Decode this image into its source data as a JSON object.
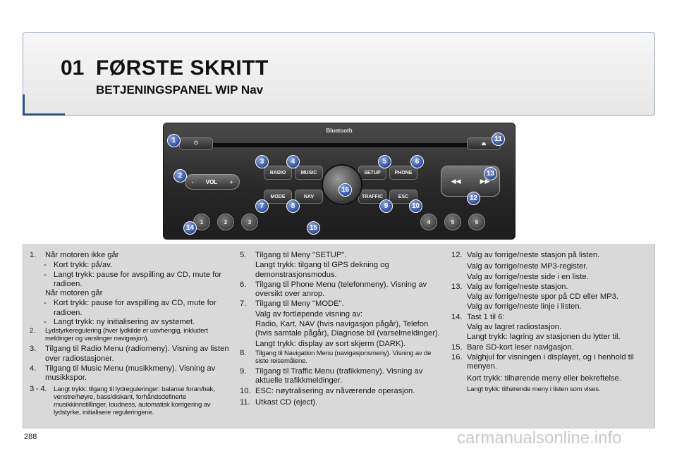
{
  "header": {
    "chapter_num": "01",
    "title": "FØRSTE SKRITT",
    "subtitle": "BETJENINGSPANEL WIP Nav"
  },
  "radio": {
    "bluetooth": "Bluetooth",
    "vol": "VOL",
    "vol_minus": "-",
    "vol_plus": "+",
    "buttons": {
      "radio": "RADIO",
      "music": "MUSIC",
      "setup": "SETUP",
      "phone": "PHONE",
      "mode": "MODE",
      "nav": "NAV",
      "traffic": "TRAFFIC",
      "esc": "ESC"
    },
    "presets": [
      "1",
      "2",
      "3",
      "4",
      "5",
      "6"
    ],
    "callouts": [
      "1",
      "2",
      "3",
      "4",
      "5",
      "6",
      "7",
      "8",
      "9",
      "10",
      "11",
      "12",
      "13",
      "14",
      "15",
      "16"
    ]
  },
  "col1": {
    "i1_n": "1.",
    "i1_t": "Når motoren ikke går",
    "i1_a": "Kort trykk: på/av.",
    "i1_b": "Langt trykk: pause for avspilling av CD, mute for radioen.",
    "i1_c": "Når motoren går",
    "i1_d": "Kort trykk: pause for avspilling av CD, mute for radioen.",
    "i1_e": "Langt trykk: ny initialisering av systemet.",
    "i2_n": "2.",
    "i2_t": "Lydstyrkeregulering (hver lydkilde er uavhengig, inkludert meldinger og varslinger navigasjon).",
    "i3_n": "3.",
    "i3_t": "Tilgang til Radio Menu (radiomeny). Visning av listen over radiostasjoner.",
    "i4_n": "4.",
    "i4_t": "Tilgang til Music Menu (musikkmeny). Visning av musikkspor.",
    "i34_n": "3 - 4.",
    "i34_t": "Langt trykk: tilgang til lydreguleringer: balanse foran/bak, venstre/høyre, bass/diskant, forhåndsdefinerte musikkinnstillinger, loudness, automatisk korrigering av lydstyrke, initialisere reguleringene."
  },
  "col2": {
    "i5_n": "5.",
    "i5_t": "Tilgang til Meny \"SETUP\".",
    "i5_a": "Langt trykk: tilgang til GPS dekning og demonstrasjonsmodus.",
    "i6_n": "6.",
    "i6_t": "Tilgang til Phone Menu (telefonmeny). Visning av oversikt over anrop.",
    "i7_n": "7.",
    "i7_t": "Tilgang til Meny \"MODE\".",
    "i7_a": "Valg av fortløpende visning av:",
    "i7_b": "Radio, Kart, NAV (hvis navigasjon pågår), Telefon (hvis samtale pågår), Diagnose bil (varselmeldinger).",
    "i7_c": "Langt trykk: display av sort skjerm (DARK).",
    "i8_n": "8.",
    "i8_t": "Tilgang til Navigation Menu (navigasjonsmeny). Visning av de siste reisemålene.",
    "i9_n": "9.",
    "i9_t": "Tilgang til Traffic Menu (trafikkmeny). Visning av aktuelle trafikkmeldinger.",
    "i10_n": "10.",
    "i10_t": "ESC: nøytralisering av nåværende operasjon.",
    "i11_n": "11.",
    "i11_t": "Utkast CD (eject)."
  },
  "col3": {
    "i12_n": "12.",
    "i12_t": "Valg av forrige/neste stasjon på listen.",
    "i12_a": "Valg av forrige/neste MP3-register.",
    "i12_b": "Valg av forrige/neste side i en liste.",
    "i13_n": "13.",
    "i13_t": "Valg av forrige/neste stasjon.",
    "i13_a": "Valg av forrige/neste spor på CD eller MP3.",
    "i13_b": "Valg av forrige/neste linje i listen.",
    "i14_n": "14.",
    "i14_t": "Tast 1 til 6:",
    "i14_a": "Valg av lagret radiostasjon.",
    "i14_b": "Langt trykk: lagring av stasjonen du lytter til.",
    "i15_n": "15.",
    "i15_t": "Bare SD-kort leser navigasjon.",
    "i16_n": "16.",
    "i16_t": "Valghjul for visningen i displayet, og i henhold til menyen.",
    "i16_a": "Kort trykk: tilhørende meny eller bekreftelse.",
    "i16_b": "Langt trykk: tilhørende meny i listen som vises."
  },
  "footer": {
    "page": "288",
    "watermark": "carmanualsonline.info"
  }
}
